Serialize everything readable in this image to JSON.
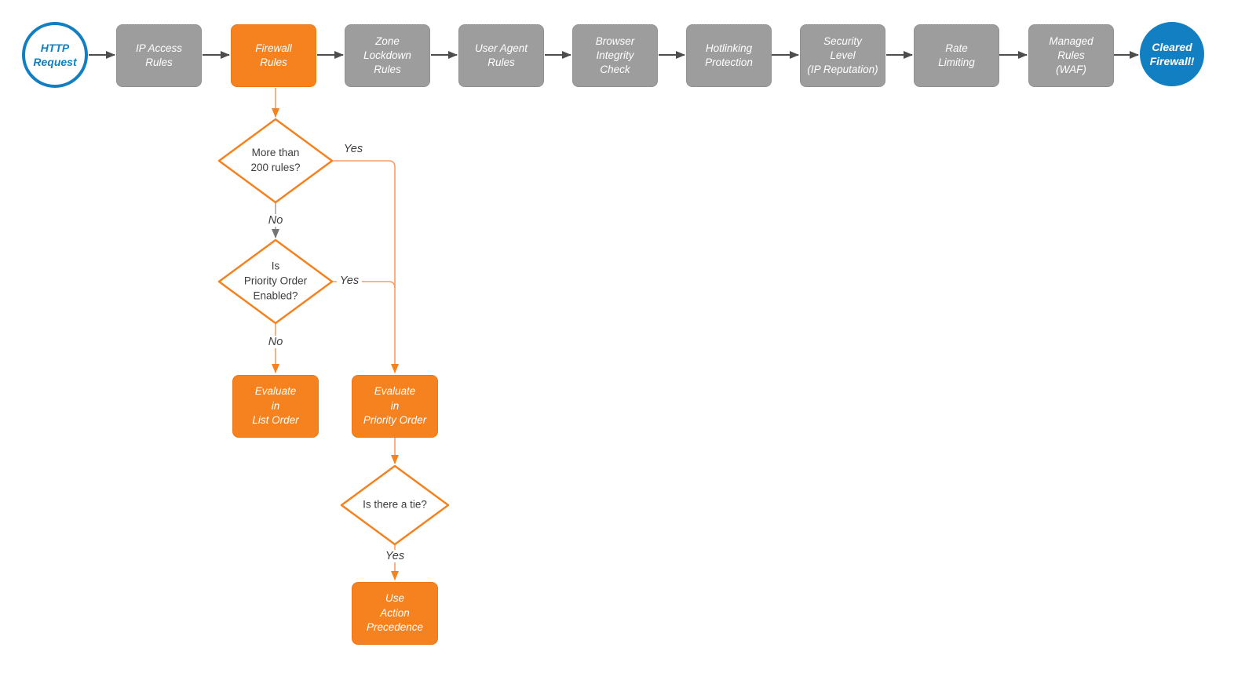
{
  "diagram": {
    "start": {
      "label": "HTTP\nRequest"
    },
    "end": {
      "label": "Cleared\nFirewall!"
    },
    "pipeline": [
      {
        "label": "IP Access\nRules",
        "state": "pending"
      },
      {
        "label": "Firewall\nRules",
        "state": "active"
      },
      {
        "label": "Zone\nLockdown\nRules",
        "state": "pending"
      },
      {
        "label": "User Agent\nRules",
        "state": "pending"
      },
      {
        "label": "Browser\nIntegrity\nCheck",
        "state": "pending"
      },
      {
        "label": "Hotlinking\nProtection",
        "state": "pending"
      },
      {
        "label": "Security\nLevel\n(IP Reputation)",
        "state": "pending"
      },
      {
        "label": "Rate\nLimiting",
        "state": "pending"
      },
      {
        "label": "Managed\nRules\n(WAF)",
        "state": "pending"
      }
    ],
    "decisions": [
      {
        "label": "More than\n200 rules?"
      },
      {
        "label": "Is\nPriority Order\nEnabled?"
      },
      {
        "label": "Is there a tie?"
      }
    ],
    "actions": [
      {
        "label": "Evaluate\nin\nList Order"
      },
      {
        "label": "Evaluate\nin\nPriority Order"
      },
      {
        "label": "Use\nAction\nPrecedence"
      }
    ],
    "edge_labels": {
      "d1_yes": "Yes",
      "d1_no": "No",
      "d2_yes": "Yes",
      "d2_no": "No",
      "d3_yes": "Yes"
    },
    "colors": {
      "orange": "#F6821F",
      "orange_line": "#F89B62",
      "gray_node_fill": "#9D9D9D",
      "gray_node_border": "#858585",
      "blue": "#117FC1",
      "arrow_dark": "#4D4D4D",
      "arrow_gray": "#757575",
      "text_dark": "#3D3D3D",
      "node_text": "#FFFFFF"
    }
  }
}
